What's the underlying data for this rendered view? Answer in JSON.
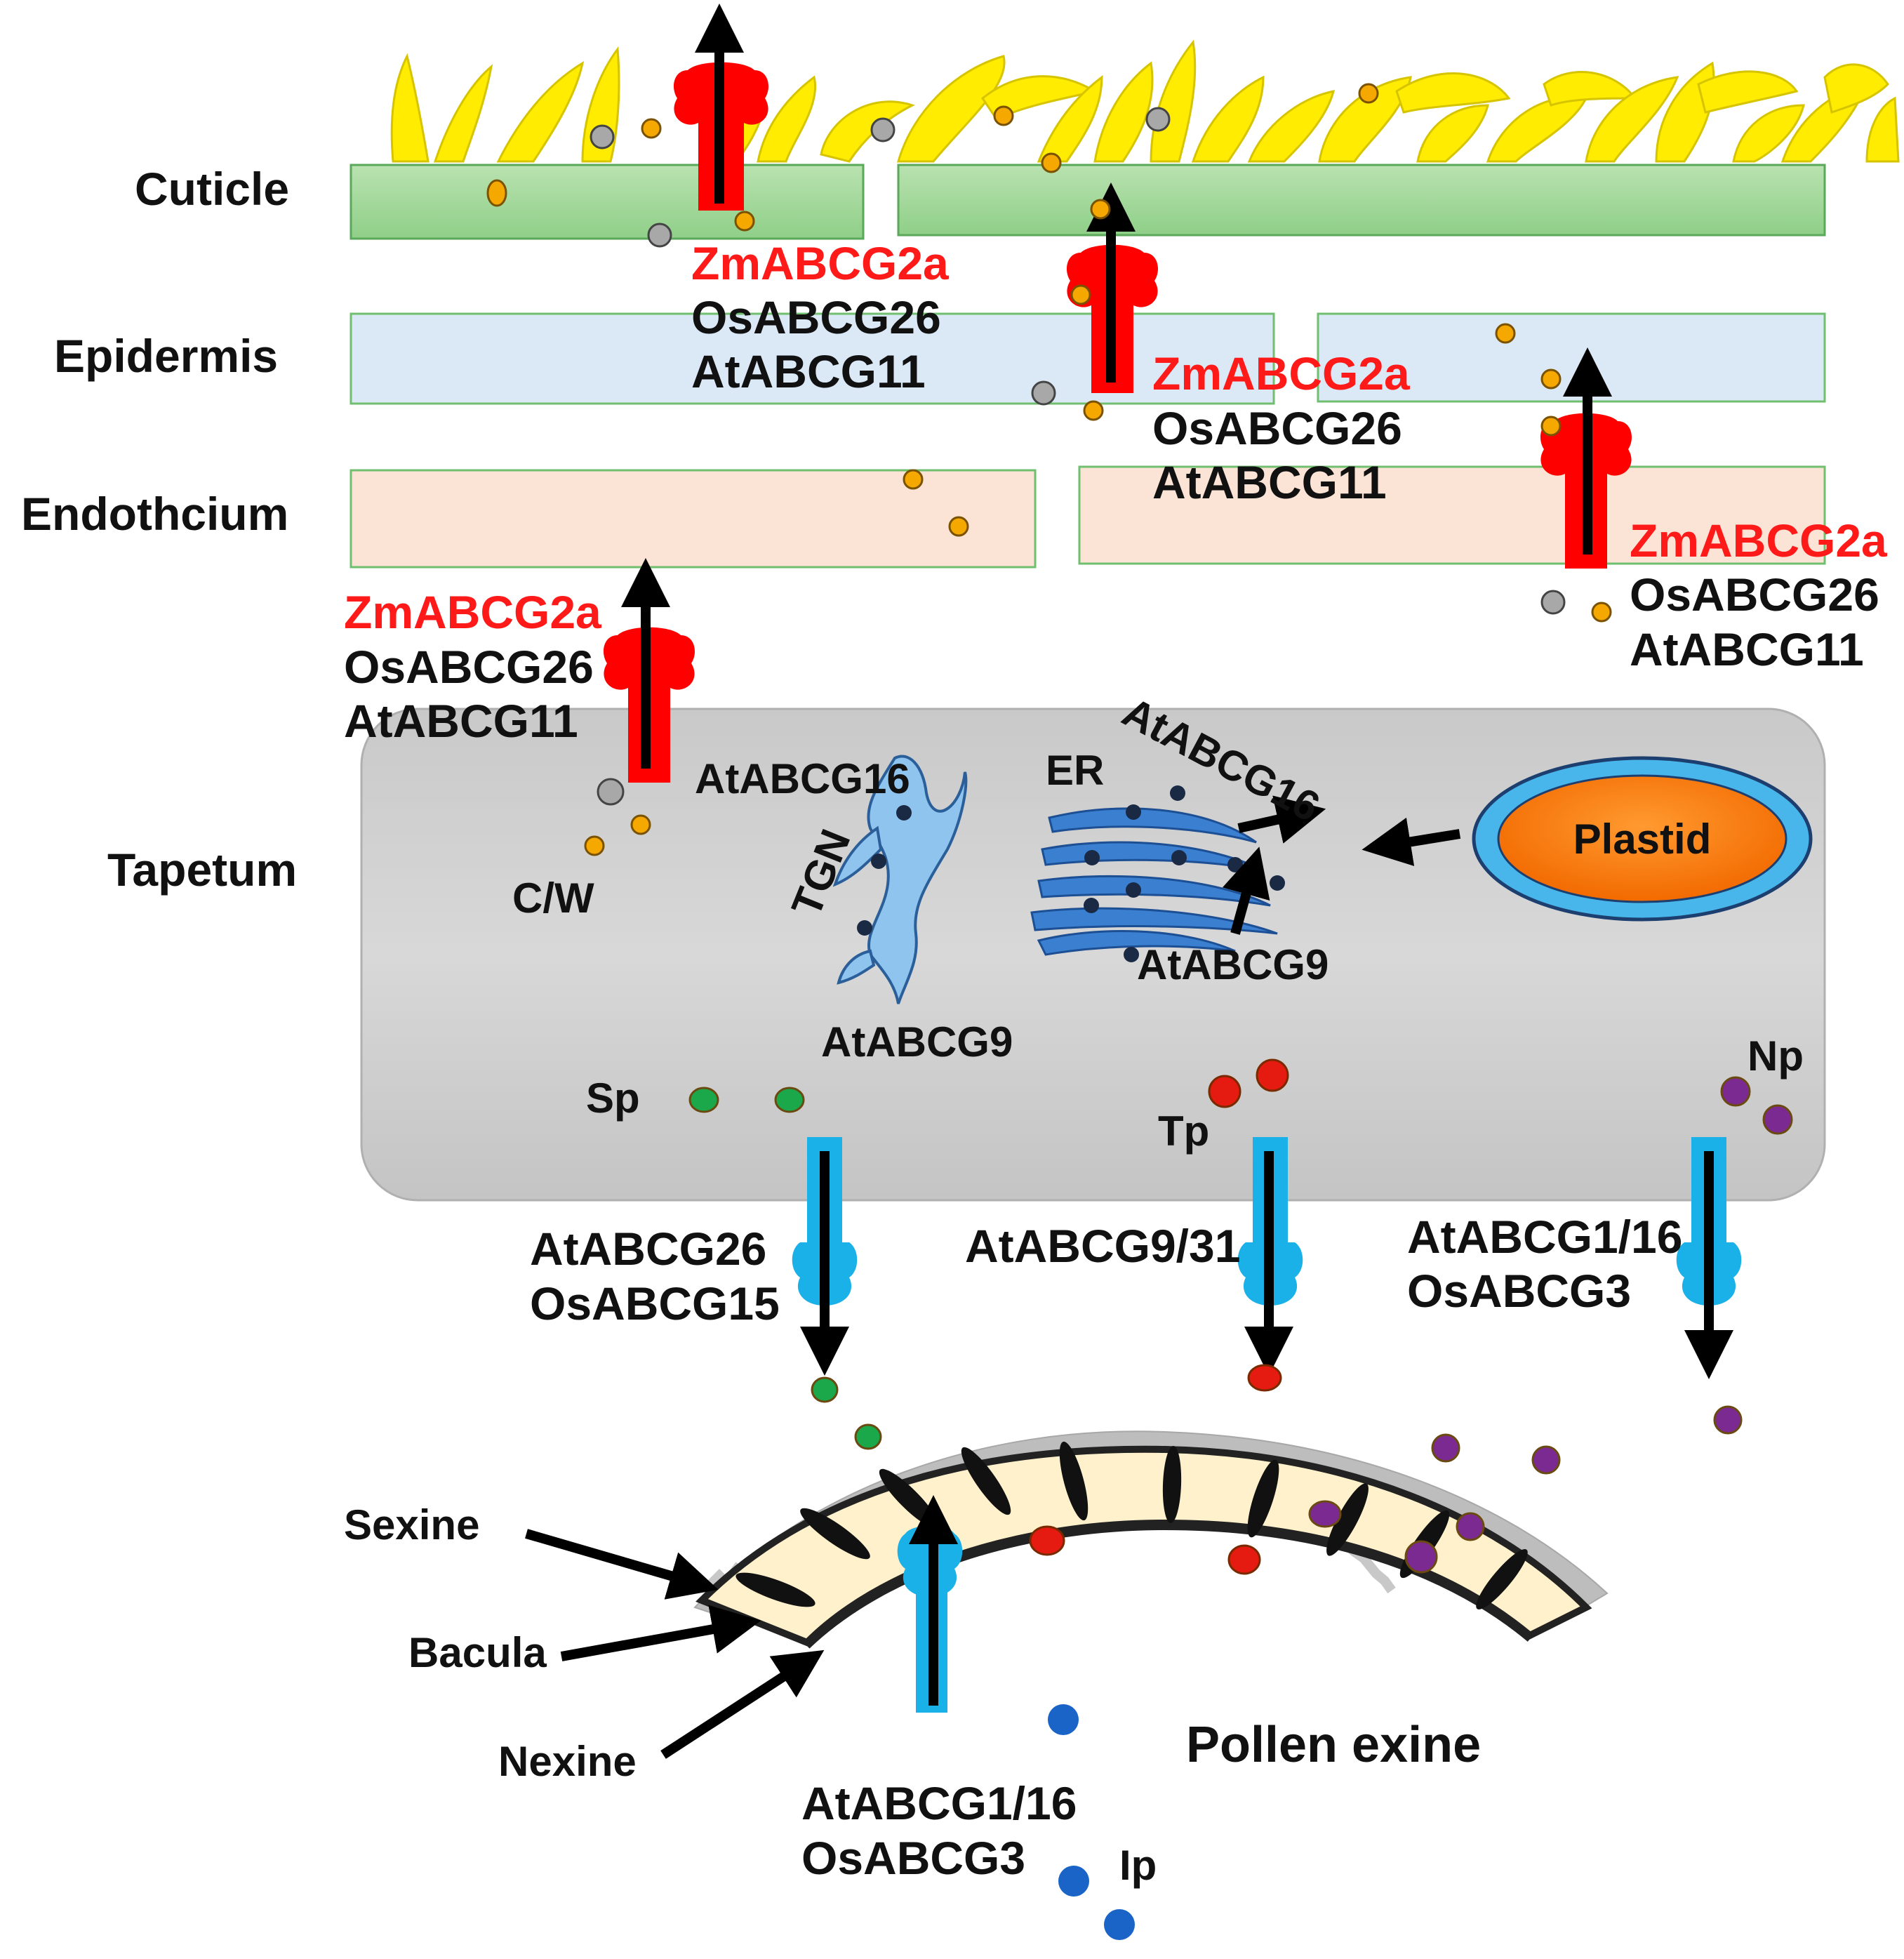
{
  "layers": {
    "cuticle": "Cuticle",
    "epidermis": "Epidermis",
    "endothecium": "Endothcium",
    "tapetum": "Tapetum"
  },
  "transporters": {
    "zm": "ZmABCG2a",
    "os26": "OsABCG26",
    "at11": "AtABCG11",
    "at16": "AtABCG16",
    "at9": "AtABCG9",
    "at26": "AtABCG26",
    "os15": "OsABCG15",
    "at931": "AtABCG9/31",
    "at116": "AtABCG1/16",
    "os3": "OsABCG3"
  },
  "organelles": {
    "tgn": "TGN",
    "er": "ER",
    "plastid": "Plastid",
    "cw": "C/W"
  },
  "precursors": {
    "sp": "Sp",
    "tp": "Tp",
    "np": "Np",
    "ip": "Ip"
  },
  "pollen": {
    "sexine": "Sexine",
    "bacula": "Bacula",
    "nexine": "Nexine",
    "exine": "Pollen exine"
  },
  "colors": {
    "cuticle_band": "#a8d8a0",
    "epidermis_band": "#dbe9f6",
    "endothecium_band": "#fbe4d6",
    "tapetum_cell": "#d4d4d4",
    "zm_transporter": "#ff0000",
    "pollen_transporter": "#1ab0e8",
    "wax": "#ffee00",
    "plastid": "#ff7a10"
  }
}
